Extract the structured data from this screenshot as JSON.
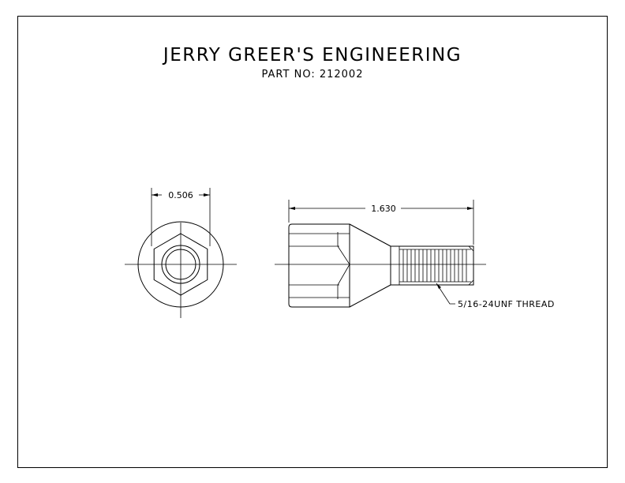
{
  "title": "JERRY GREER'S ENGINEERING",
  "part_number": "PART NO: 212002",
  "dimensions": {
    "width": "0.506",
    "length": "1.630"
  },
  "thread_note": "5/16-24UNF THREAD"
}
